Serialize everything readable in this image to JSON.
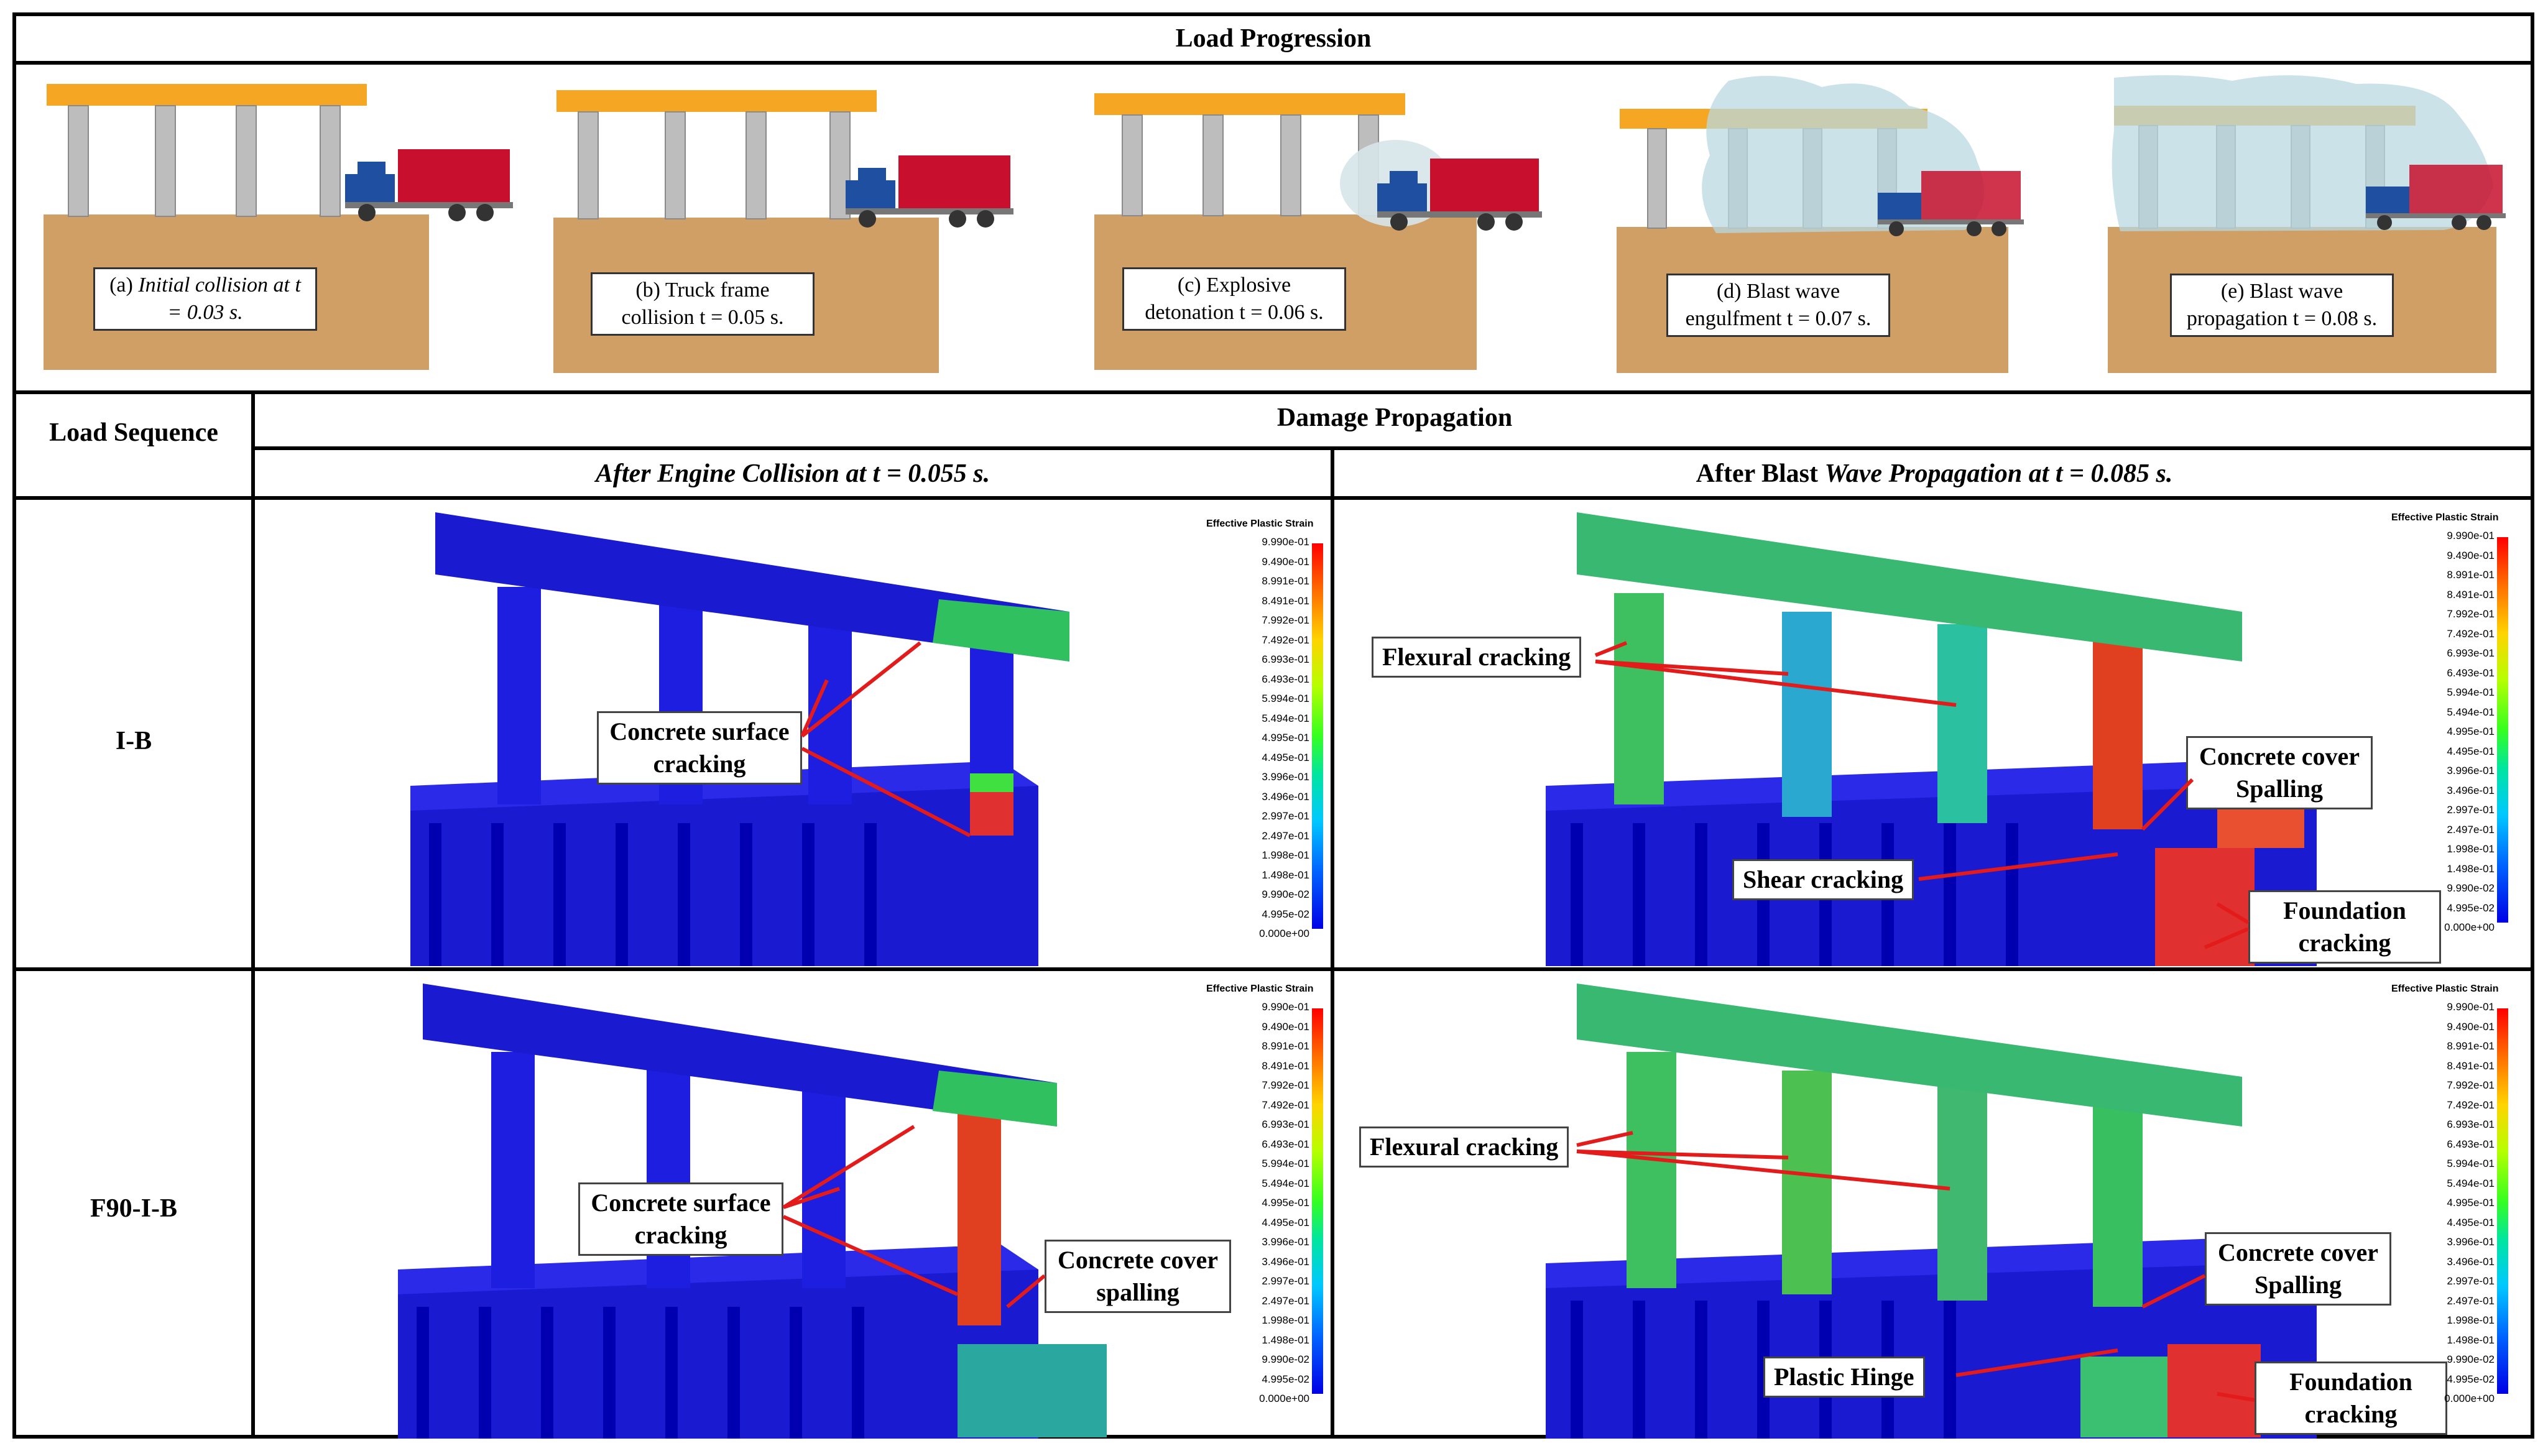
{
  "headers": {
    "load_progression": "Load Progression",
    "load_sequence": "Load Sequence",
    "damage_propagation": "Damage Propagation",
    "col_engine": "After Engine Collision at t = 0.055 s.",
    "col_blast_prefix": "After Blast ",
    "col_blast_italic": "Wave Propagation at t = 0.085 s."
  },
  "stages": [
    {
      "caption_a": "(a) ",
      "caption_b": "Initial collision at t = 0.03 s."
    },
    {
      "caption": "(b) Truck frame collision t = 0.05 s."
    },
    {
      "caption": "(c) Explosive detonation t = 0.06 s."
    },
    {
      "caption": "(d) Blast wave engulfment t = 0.07 s."
    },
    {
      "caption": "(e) Blast wave propagation t = 0.08 s."
    }
  ],
  "rows": [
    {
      "label": "I-B"
    },
    {
      "label": "F90-I-B"
    }
  ],
  "callouts": {
    "r1_engine": [
      "Concrete surface cracking"
    ],
    "r1_blast": [
      "Flexural cracking",
      "Concrete cover Spalling",
      "Shear cracking",
      "Foundation cracking"
    ],
    "r2_engine": [
      "Concrete surface cracking",
      "Concrete cover spalling"
    ],
    "r2_blast": [
      "Flexural cracking",
      "Concrete cover Spalling",
      "Plastic Hinge",
      "Foundation cracking"
    ]
  },
  "legend": {
    "title": "Effective Plastic Strain",
    "values": [
      "9.990e-01",
      "9.490e-01",
      "8.991e-01",
      "8.491e-01",
      "7.992e-01",
      "7.492e-01",
      "6.993e-01",
      "6.493e-01",
      "5.994e-01",
      "5.494e-01",
      "4.995e-01",
      "4.495e-01",
      "3.996e-01",
      "3.496e-01",
      "2.997e-01",
      "2.497e-01",
      "1.998e-01",
      "1.498e-01",
      "9.990e-02",
      "4.995e-02",
      "0.000e+00"
    ]
  },
  "colors": {
    "cap_beam": "#f5a623",
    "ground": "#cf9f66",
    "truck_cargo": "#c8102e",
    "truck_cab": "#1f4fa0",
    "model_blue": "#1a1ad0",
    "arrow": "#e31b1b"
  }
}
